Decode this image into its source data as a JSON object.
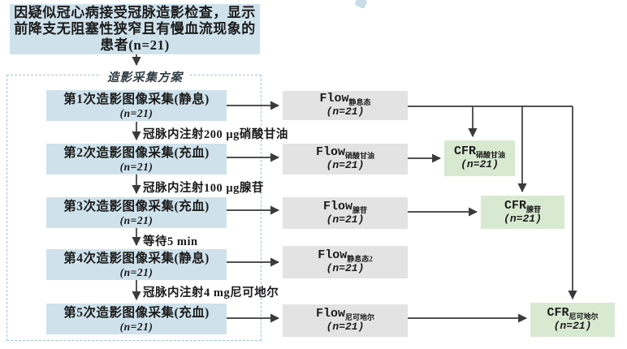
{
  "patient_box": {
    "line1": "因疑似冠心病接受冠脉造影检查，显示",
    "line2": "前降支无阻塞性狭窄且有慢血流现象的",
    "line3": "患者(n=21)"
  },
  "protocol": {
    "title": "造影采集方案",
    "steps": [
      {
        "label": "第1次造影图像采集(静息)",
        "n": "(n=21)"
      },
      {
        "label": "第2次造影图像采集(充血)",
        "n": "(n=21)"
      },
      {
        "label": "第3次造影图像采集(充血)",
        "n": "(n=21)"
      },
      {
        "label": "第4次造影图像采集(静息)",
        "n": "(n=21)"
      },
      {
        "label": "第5次造影图像采集(充血)",
        "n": "(n=21)"
      }
    ],
    "transitions": [
      {
        "label": "冠脉内注射200 μg硝酸甘油"
      },
      {
        "label": "冠脉内注射100 μg腺苷"
      },
      {
        "label": "等待5 min"
      },
      {
        "label": "冠脉内注射4 mg尼可地尔"
      }
    ]
  },
  "flow_boxes": [
    {
      "base": "Flow",
      "sub": "静息态",
      "n": "(n=21)"
    },
    {
      "base": "Flow",
      "sub": "硝酸甘油",
      "n": "(n=21)"
    },
    {
      "base": "Flow",
      "sub": "腺苷",
      "n": "(n=21)"
    },
    {
      "base": "Flow",
      "sub": "静息态2",
      "n": "(n=21)"
    },
    {
      "base": "Flow",
      "sub": "尼可地尔",
      "n": "(n=21)"
    }
  ],
  "cfr_boxes": [
    {
      "base": "CFR",
      "sub": "硝酸甘油",
      "n": "(n=21)"
    },
    {
      "base": "CFR",
      "sub": "腺苷",
      "n": "(n=21)"
    },
    {
      "base": "CFR",
      "sub": "尼可地尔",
      "n": "(n=21)"
    }
  ],
  "colors": {
    "step_box_bg": "#cfe2ec",
    "flow_box_bg": "#e3e3e3",
    "cfr_box_bg": "#d8e9d2",
    "dashed_border": "#9cc4d8",
    "connector": "#3a3a3a"
  }
}
